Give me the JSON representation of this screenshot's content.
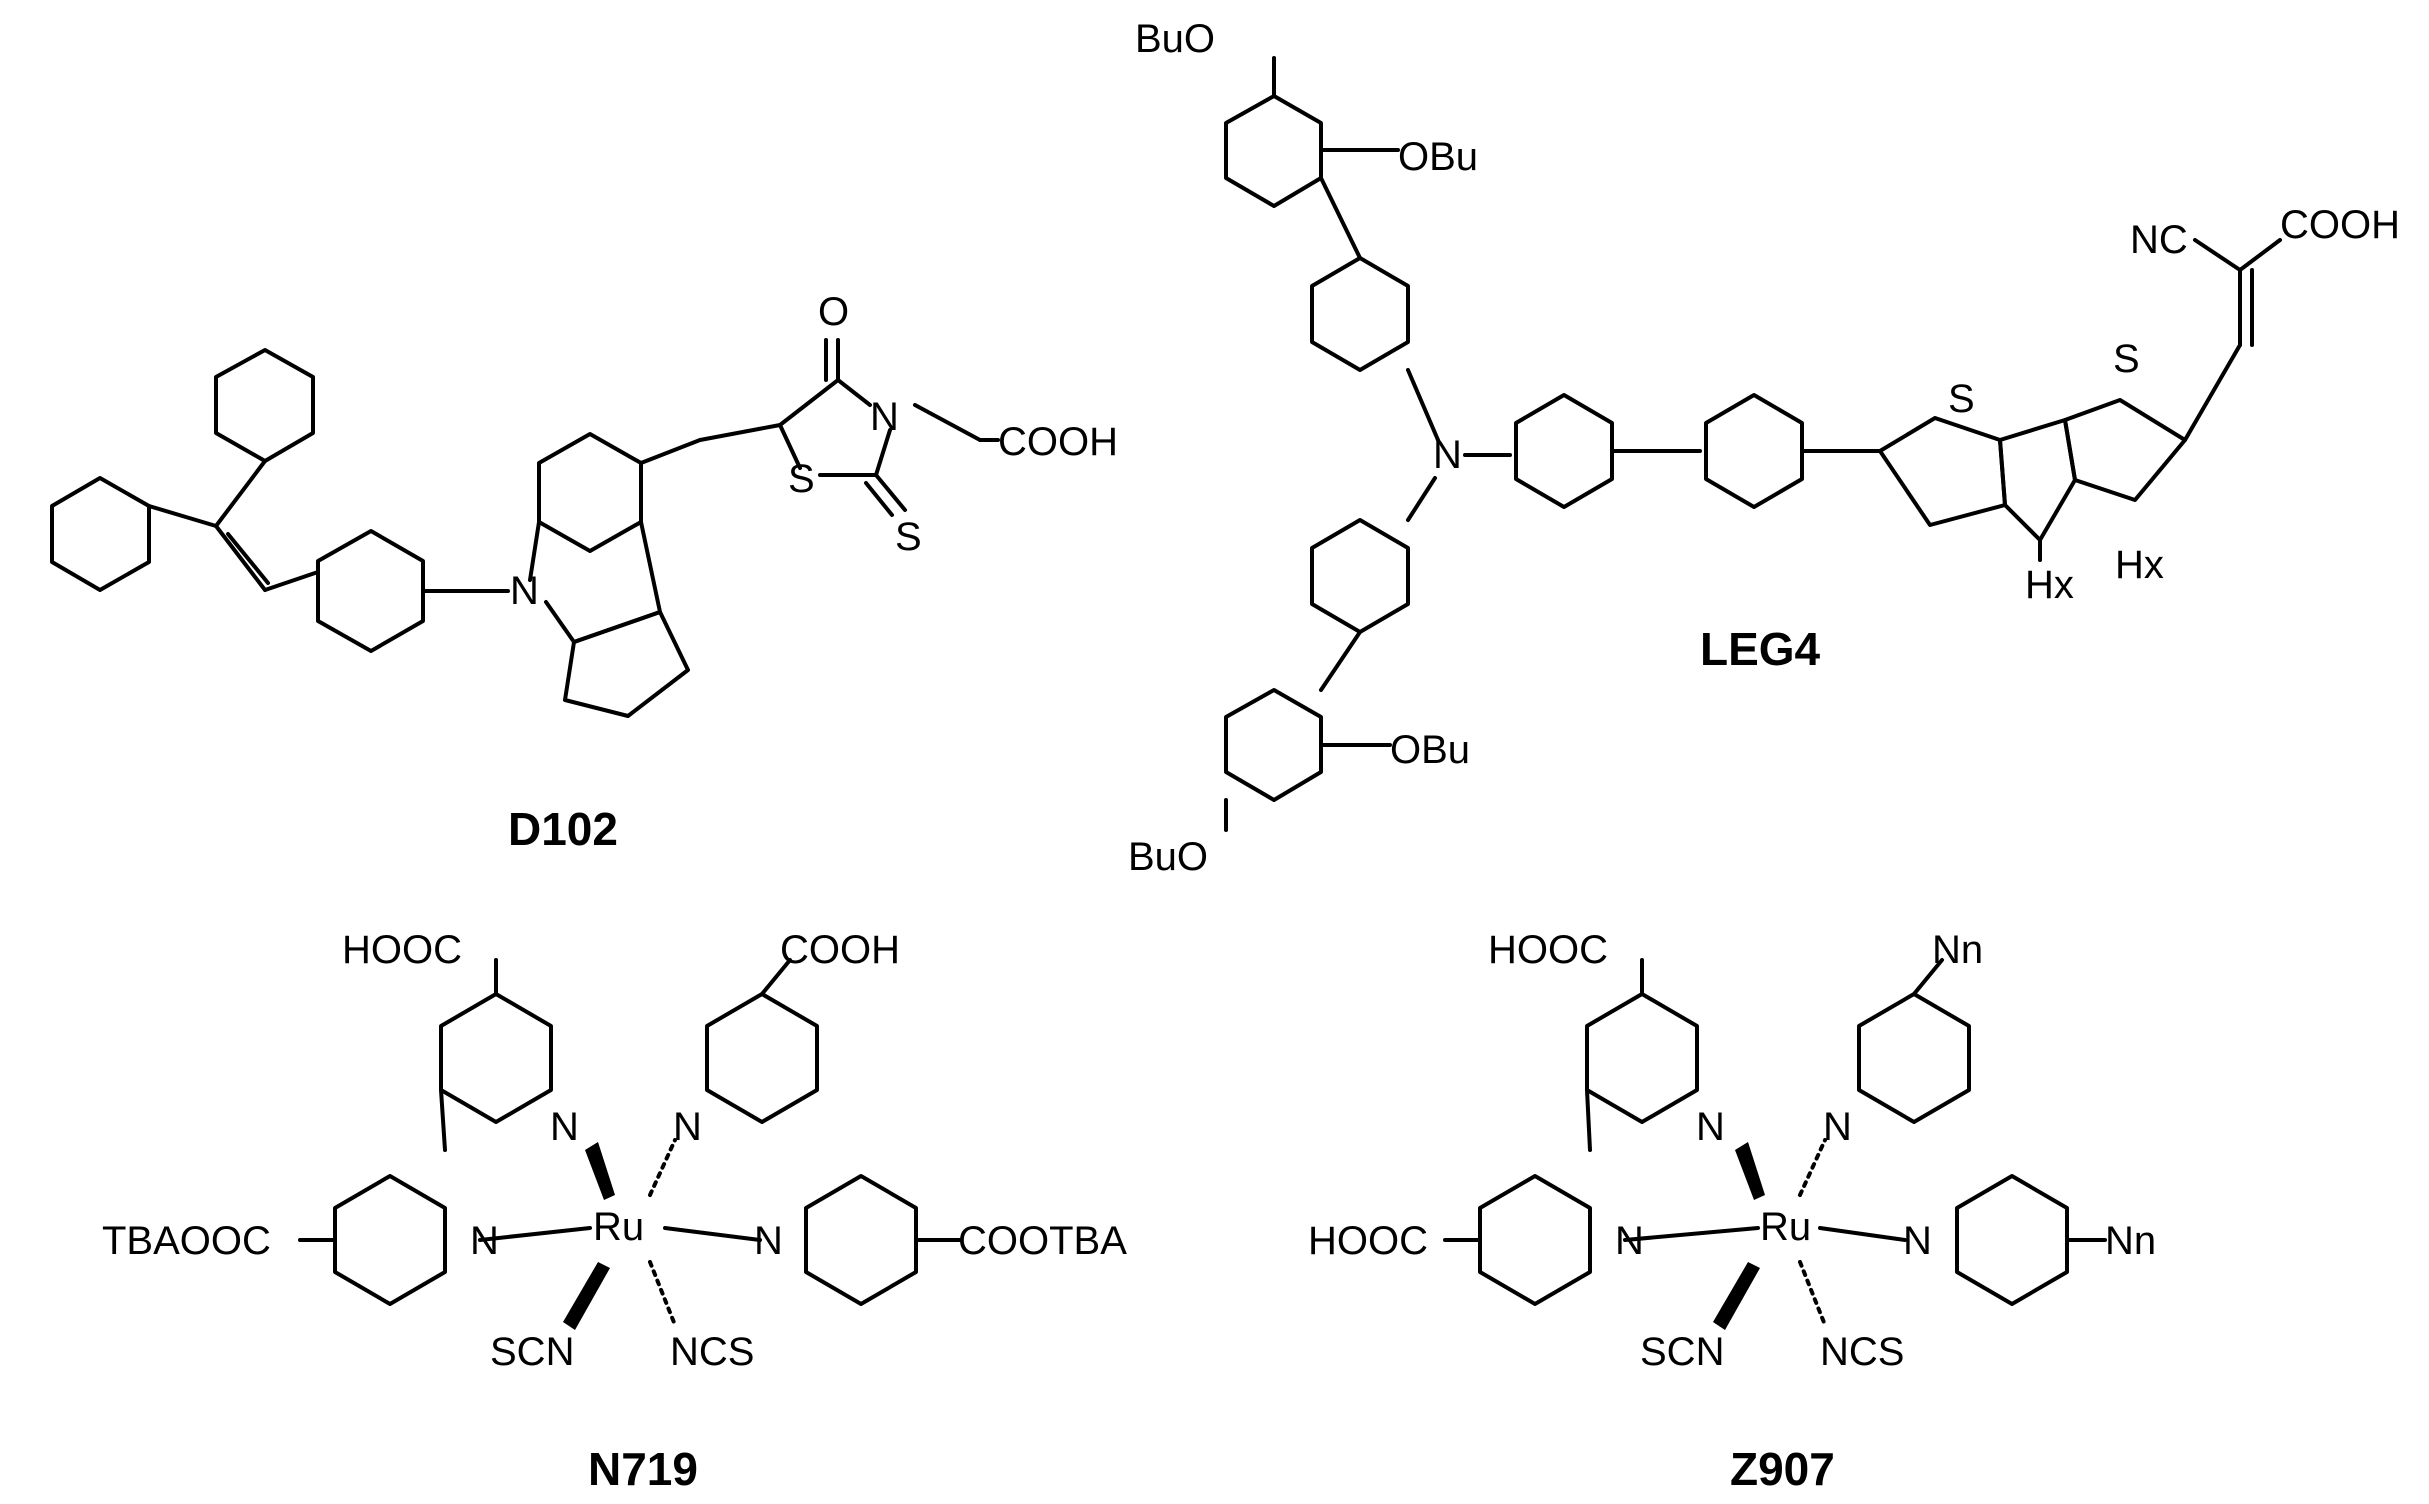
{
  "molecules": {
    "d102": {
      "name": "D102",
      "labels": {
        "n": "N",
        "s": "S",
        "o": "O",
        "n2": "N",
        "s2": "S",
        "cooh": "COOH"
      }
    },
    "leg4": {
      "name": "LEG4",
      "labels": {
        "buo_top": "BuO",
        "obu_top": "OBu",
        "n": "N",
        "obu_bot": "OBu",
        "buo_bot": "BuO",
        "s1": "S",
        "s2": "S",
        "nc": "NC",
        "cooh": "COOH",
        "hx1": "Hx",
        "hx2": "Hx"
      }
    },
    "n719": {
      "name": "N719",
      "labels": {
        "hooc": "HOOC",
        "cooh": "COOH",
        "tbaooc": "TBAOOC",
        "cootba": "COOTBA",
        "ru": "Ru",
        "n1": "N",
        "n2": "N",
        "n3": "N",
        "n4": "N",
        "scn": "SCN",
        "ncs": "NCS"
      }
    },
    "z907": {
      "name": "Z907",
      "labels": {
        "hooc_top": "HOOC",
        "hooc_left": "HOOC",
        "nn_top": "Nn",
        "nn_right": "Nn",
        "ru": "Ru",
        "n1": "N",
        "n2": "N",
        "n3": "N",
        "n4": "N",
        "scn": "SCN",
        "ncs": "NCS"
      }
    }
  }
}
